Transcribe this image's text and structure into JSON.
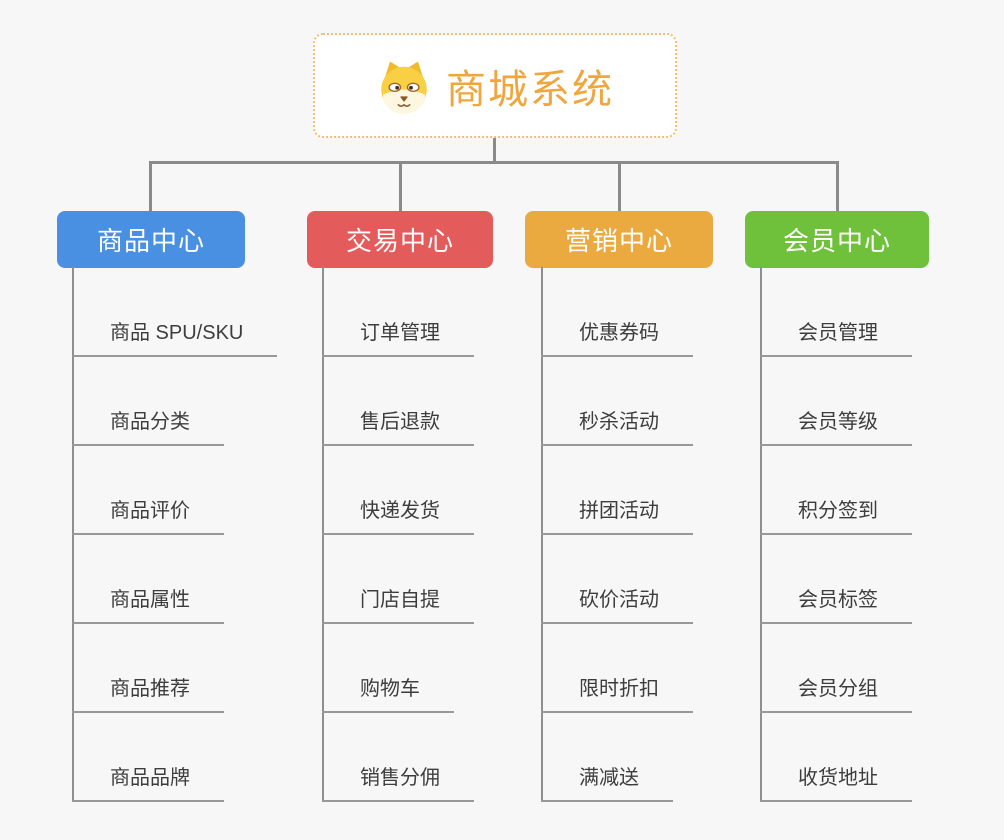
{
  "canvas": {
    "background": "#f7f7f7",
    "connector_color": "#8a8a8a",
    "trunk_color": "#8f8f8f",
    "underline_color": "#999999",
    "item_text_color": "#3d3d3d"
  },
  "root": {
    "title": "商城系统",
    "icon": "dog-face-icon",
    "title_color": "#f0a63e",
    "border_color": "#f5be6b"
  },
  "branches": [
    {
      "id": "product-center",
      "label": "商品中心",
      "color": "#4a90e2",
      "items": [
        "商品 SPU/SKU",
        "商品分类",
        "商品评价",
        "商品属性",
        "商品推荐",
        "商品品牌"
      ]
    },
    {
      "id": "trade-center",
      "label": "交易中心",
      "color": "#e45b5b",
      "items": [
        "订单管理",
        "售后退款",
        "快递发货",
        "门店自提",
        "购物车",
        "销售分佣"
      ]
    },
    {
      "id": "marketing-center",
      "label": "营销中心",
      "color": "#ebaa3f",
      "items": [
        "优惠券码",
        "秒杀活动",
        "拼团活动",
        "砍价活动",
        "限时折扣",
        "满减送"
      ]
    },
    {
      "id": "member-center",
      "label": "会员中心",
      "color": "#6fc13c",
      "items": [
        "会员管理",
        "会员等级",
        "积分签到",
        "会员标签",
        "会员分组",
        "收货地址"
      ]
    }
  ]
}
